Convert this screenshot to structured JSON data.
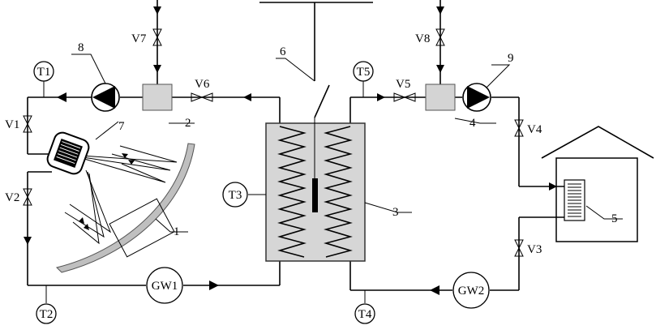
{
  "labels": {
    "T1": "T1",
    "T2": "T2",
    "T3": "T3",
    "T4": "T4",
    "T5": "T5",
    "V1": "V1",
    "V2": "V2",
    "V3": "V3",
    "V4": "V4",
    "V5": "V5",
    "V6": "V6",
    "V7": "V7",
    "V8": "V8",
    "GW1": "GW1",
    "GW2": "GW2"
  },
  "callouts": {
    "n1": "1",
    "n2": "2",
    "n3": "3",
    "n4": "4",
    "n5": "5",
    "n6": "6",
    "n7": "7",
    "n8": "8",
    "n9": "9"
  }
}
